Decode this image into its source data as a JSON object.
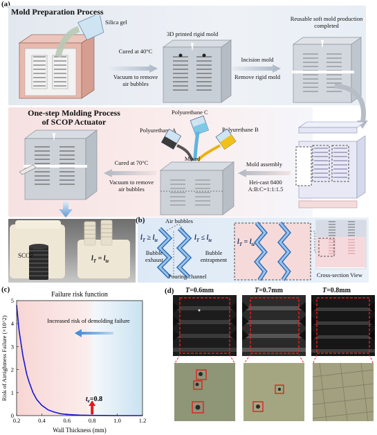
{
  "panel_a": {
    "letter": "(a)",
    "mold_prep_title": "Mold Preparation Process",
    "silica_gel": "Silica gel",
    "printed_mold": "3D printed rigid mold",
    "reusable": "Reusable soft mold production completed",
    "cured40_l1": "Cured at 40°C",
    "cured40_l2": "Vacuum to remove",
    "cured40_l3": "air bubbles",
    "incision_l1": "Incision mold",
    "incision_l2": "Remove rigid mold",
    "onestep_l1": "One-step Molding Process",
    "onestep_l2": "of SCOP Actuator",
    "pu_a": "Polyurethane A",
    "pu_b": "Polyurethane B",
    "pu_c": "Polyurethane C",
    "mixed": "Mixed",
    "cured70_l1": "Cured at 70°C",
    "cured70_l2": "Vacuum to remove",
    "cured70_l3": "air bubbles",
    "assembly": "Mold assembly",
    "hei_l1": "Hei-cast 8400",
    "hei_l2": "A:B:C=1:1:1.5",
    "scop": "SCOP",
    "photo_eq_main": "l",
    "photo_eq_sub1": "T",
    "photo_eq_mid": " = l",
    "photo_eq_sub2": "te"
  },
  "panel_b": {
    "letter": "(b)",
    "air_bubbles": "Air bubbles",
    "bubble_exhaust_l1": "Bubble",
    "bubble_exhaust_l2": "exhaust",
    "bubble_entrap_l1": "Bubble",
    "bubble_entrap_l2": "entrapment",
    "pouring": "Pouring channel",
    "ge": "≥",
    "le": "≤",
    "cross_section": "Cross-section View",
    "l": "l",
    "sub_t": "T",
    "sub_te": "te"
  },
  "panel_c": {
    "letter": "(c)",
    "title": "Failure risk function",
    "increased": "Increased risk of demolding failure",
    "te_label": "t",
    "te_sub": "e",
    "te_val": "=0.8"
  },
  "panel_d": {
    "letter": "(d)",
    "t1": "=0.6mm",
    "t2": "=0.7mm",
    "t3": "=0.8mm",
    "T": "T"
  },
  "chart_data": {
    "type": "line",
    "title": "Failure risk function",
    "xlabel": "Wall Thickness (mm)",
    "ylabel": "Risk of Airtightness Failure (×10^2)",
    "xlim": [
      0.2,
      1.2
    ],
    "ylim": [
      0,
      5
    ],
    "xticks": [
      0.2,
      0.4,
      0.6,
      0.8,
      1.0,
      1.2
    ],
    "xtick_labels": [
      "0.2",
      "0.4",
      "0.6",
      "0.8",
      "1.0",
      "1.2"
    ],
    "yticks": [
      0,
      1,
      2,
      3,
      4,
      5
    ],
    "ytick_labels": [
      "0",
      "1",
      "2",
      "3",
      "4",
      "5"
    ],
    "series": [
      {
        "color": "#1515d6",
        "x": [
          0.2,
          0.22,
          0.25,
          0.28,
          0.3,
          0.33,
          0.36,
          0.4,
          0.45,
          0.5,
          0.55,
          0.6,
          0.7,
          0.8,
          0.9,
          1.0,
          1.2
        ],
        "y": [
          4.8,
          3.7,
          2.6,
          1.8,
          1.45,
          1.0,
          0.7,
          0.45,
          0.25,
          0.15,
          0.08,
          0.05,
          0.02,
          0.01,
          0.005,
          0.0,
          0.0
        ]
      }
    ],
    "annotation": "Increased risk of demolding failure",
    "threshold_x": 0.8
  }
}
